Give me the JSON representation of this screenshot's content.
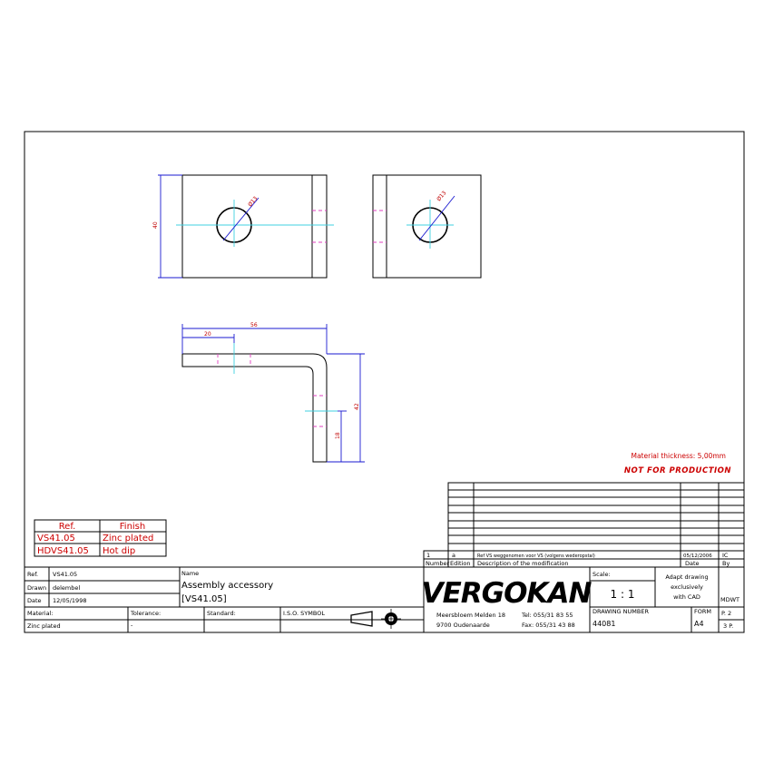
{
  "drawing": {
    "views": {
      "front_dim_height": "40",
      "front_dim_hole": "Ø13",
      "side_dim_hole": "Ø13",
      "bend_dim_length": "56",
      "bend_dim_hole_pos": "20",
      "bend_dim_height": "42",
      "bend_dim_hole_height": "18"
    },
    "notes": {
      "material_thickness": "Material thickness: 5,00mm",
      "not_for_production": "NOT FOR PRODUCTION"
    }
  },
  "ref_table": {
    "headers": [
      "Ref.",
      "Finish"
    ],
    "rows": [
      {
        "ref": "VS41.05",
        "finish": "Zinc plated"
      },
      {
        "ref": "HDVS41.05",
        "finish": "Hot dip"
      }
    ]
  },
  "revision": {
    "row_number": "1",
    "row_edition": "a",
    "row_desc": "Ref VS weggenomen voor VS (volgens wederopstal)",
    "row_date": "05/12/2006",
    "row_initials": "IC",
    "header_number": "Number",
    "header_edition": "Edition",
    "header_description": "Description of the modification",
    "header_date": "Date",
    "header_by": "By"
  },
  "title_block": {
    "ref_label": "Ref.",
    "ref_value": "VS41.05",
    "drawn_label": "Drawn",
    "drawn_value": "delembel",
    "date_label": "Date",
    "date_value": "12/05/1998",
    "name_label": "Name",
    "name_line1": "Assembly accessory",
    "name_line2": "[VS41.05]",
    "material_label": "Material:",
    "material_value": "Zinc plated",
    "tolerance_label": "Tolerance:",
    "tolerance_value": "-",
    "standard_label": "Standard:",
    "iso_label": "I.S.O. SYMBOL",
    "company": "VERGOKAN",
    "address1": "Meersbloem Melden 18",
    "address2": "9700 Oudenaarde",
    "tel": "Tel: 055/31 83 55",
    "fax": "Fax: 055/31 43 88",
    "scale_label": "Scale:",
    "scale_value": "1 : 1",
    "adapt_note": [
      "Adapt drawing",
      "exclusively",
      "with CAD"
    ],
    "drawing_number_label": "DRAWING NUMBER",
    "drawing_number": "44081",
    "form_label": "FORM",
    "form_value": "A4",
    "mdwt_label": "MDWT",
    "page_p": "P. 2",
    "page_total": "3  P."
  },
  "colors": {
    "dimension": "#1a1ad0",
    "center_line": "#3fd0e0",
    "hidden_line": "#e040c0",
    "red_text": "#cc0000"
  }
}
